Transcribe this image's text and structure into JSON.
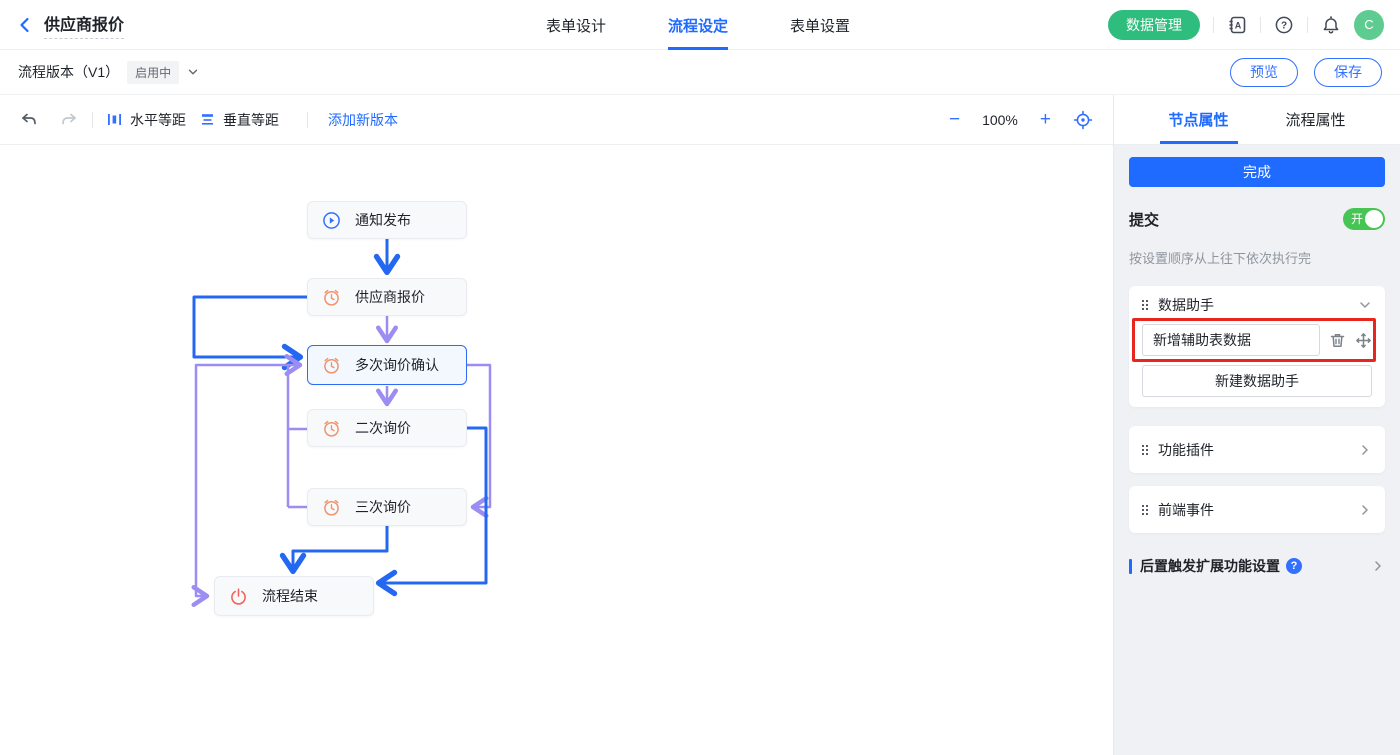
{
  "header": {
    "title": "供应商报价",
    "tabs": [
      {
        "label": "表单设计"
      },
      {
        "label": "流程设定"
      },
      {
        "label": "表单设置"
      }
    ],
    "data_manage_button": "数据管理",
    "avatar_initial": "C"
  },
  "version_bar": {
    "label": "流程版本（V1）",
    "status": "启用中",
    "preview_button": "预览",
    "save_button": "保存"
  },
  "toolbar": {
    "horizontal_button": "水平等距",
    "vertical_button": "垂直等距",
    "add_version_link": "添加新版本",
    "zoom_level": "100%",
    "zoom_out": "−",
    "zoom_in": "+"
  },
  "panel": {
    "tabs": [
      {
        "label": "节点属性"
      },
      {
        "label": "流程属性"
      }
    ],
    "complete_button": "完成",
    "submit_label": "提交",
    "toggle_on_label": "开",
    "order_hint": "按设置顺序从上往下依次执行完",
    "data_assistant": {
      "title": "数据助手",
      "item_value": "新增辅助表数据",
      "new_button": "新建数据助手"
    },
    "plugin_section": "功能插件",
    "frontend_section": "前端事件",
    "post_trigger_label": "后置触发扩展功能设置"
  },
  "flow": {
    "nodes": [
      {
        "label": "通知发布",
        "icon": "play-icon"
      },
      {
        "label": "供应商报价",
        "icon": "timer-icon"
      },
      {
        "label": "多次询价确认",
        "icon": "timer-icon",
        "selected": true
      },
      {
        "label": "二次询价",
        "icon": "timer-icon"
      },
      {
        "label": "三次询价",
        "icon": "timer-icon"
      },
      {
        "label": "流程结束",
        "icon": "power-icon"
      }
    ]
  },
  "colors": {
    "accent_blue": "#1f6aff",
    "edge_blue": "#2468f2",
    "edge_purple": "#9c8df2",
    "brand_green": "#2ebd7c",
    "toggle_green": "#47c554",
    "annotation_red": "#e8261f",
    "node_icon_orange": "#f0936a",
    "node_icon_red": "#f2645c"
  }
}
